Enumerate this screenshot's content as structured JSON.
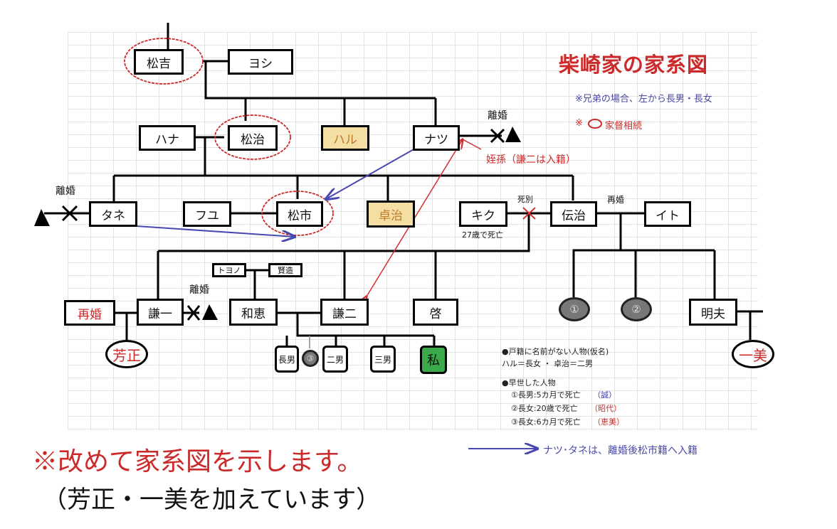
{
  "title": "柴崎家の家系図",
  "notes": {
    "sibling_order": "※兄弟の場合、左から長男・長女",
    "succession_prefix": "※",
    "succession": "家督相続"
  },
  "people": {
    "matsukichi": "松吉",
    "yoshi": "ヨシ",
    "hana": "ハナ",
    "matsuji": "松治",
    "haru": "ハル",
    "natsu": "ナツ",
    "tane": "タネ",
    "fuyu": "フユ",
    "matsuichi": "松市",
    "takuji": "卓治",
    "kiku": "キク",
    "denji": "伝治",
    "ito": "イト",
    "toyono": "トヨノ",
    "kenzo": "賢造",
    "saikon_box": "再婚",
    "kenichi": "謙一",
    "kazue": "和恵",
    "kenji": "謙二",
    "kei": "啓",
    "akio": "明夫",
    "yoshimasa": "芳正",
    "kazumi": "一美",
    "chounan": "長男",
    "circle3": "③",
    "jinan": "二男",
    "sannan": "三男",
    "watashi": "私",
    "circle1": "①",
    "circle2": "②"
  },
  "labels": {
    "rikon_natsu": "離婚",
    "rikon_tane": "離婚",
    "rikon_kenichi": "離婚",
    "shibetsu": "死別",
    "saikon": "再婚",
    "kiku_death": "27歳で死亡",
    "meison": "姪孫（謙二は入籍）"
  },
  "legend": {
    "unregistered_header": "●戸籍に名前がない人物(仮名)",
    "unregistered_line": "ハル＝長女 ・ 卓治＝二男",
    "early_death_header": "●早世した人物",
    "items": [
      {
        "text": "①長男:5カ月で死亡",
        "name": "（誠）",
        "color": "#3a3ab0"
      },
      {
        "text": "②長女:20歳で死亡",
        "name": "（昭代）",
        "color": "#cc2a2a"
      },
      {
        "text": "③長女:6カ月で死亡",
        "name": "（恵美）",
        "color": "#cc2a2a"
      }
    ]
  },
  "arrow_note": "ナツ･タネは、離婚後松市籍へ入籍",
  "bottom": {
    "line1": "※改めて家系図を示します。",
    "line2": "（芳正・一美を加えています）"
  },
  "colors": {
    "succession_circle": "#cc2a2a",
    "blue_arrow": "#4848b0",
    "red_arrow": "#d03030",
    "unregistered_fill": "#f3dfa3",
    "self_fill": "#3aaa4a"
  }
}
